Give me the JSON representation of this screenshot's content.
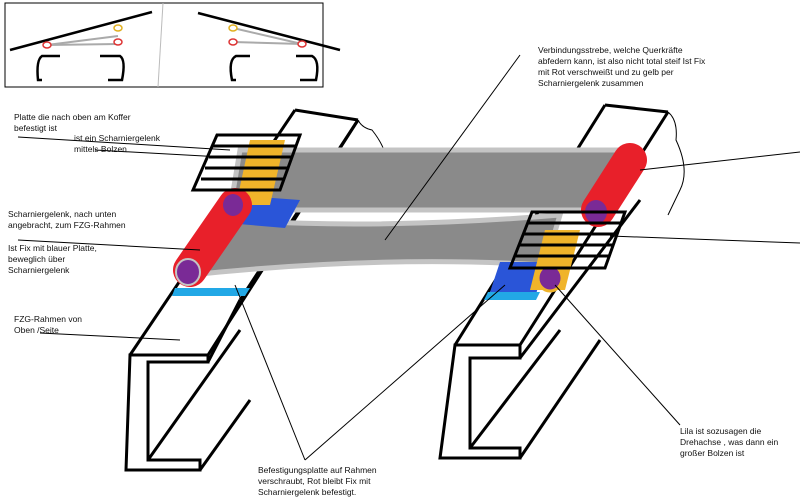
{
  "labels": {
    "platte": "Platte die nach oben am Koffer befestigt ist",
    "scharnier_bolzen": "ist ein Scharniergelenk mittels Bolzen",
    "scharnier_unten": "Scharniergelenk, nach unten angebracht, zum FZG-Rahmen",
    "fix_blau": "Ist Fix mit blauer Platte, beweglich über Scharniergelenk",
    "rahmen": "FZG-Rahmen von Oben /Seite",
    "strebe": "Verbindungsstrebe, welche Querkräfte abfedern kann, ist also nicht total steif Ist Fix mit Rot verschweißt und zu gelb per Scharniergelenk zusammen",
    "befestigung": "Befestigungsplatte auf Rahmen verschraubt, Rot bleibt Fix mit Scharniergelenk befestigt.",
    "lila": "Lila ist sozusagen die Drehachse , was dann ein großer Bolzen ist"
  },
  "colors": {
    "red": "#e8202a",
    "purple": "#7a2a96",
    "yellow": "#f0b42a",
    "blue": "#2a55d8",
    "cyan": "#22a8e6",
    "grey": "#8a8a8a",
    "light_grey": "#c4c4c4",
    "black": "#000000"
  }
}
